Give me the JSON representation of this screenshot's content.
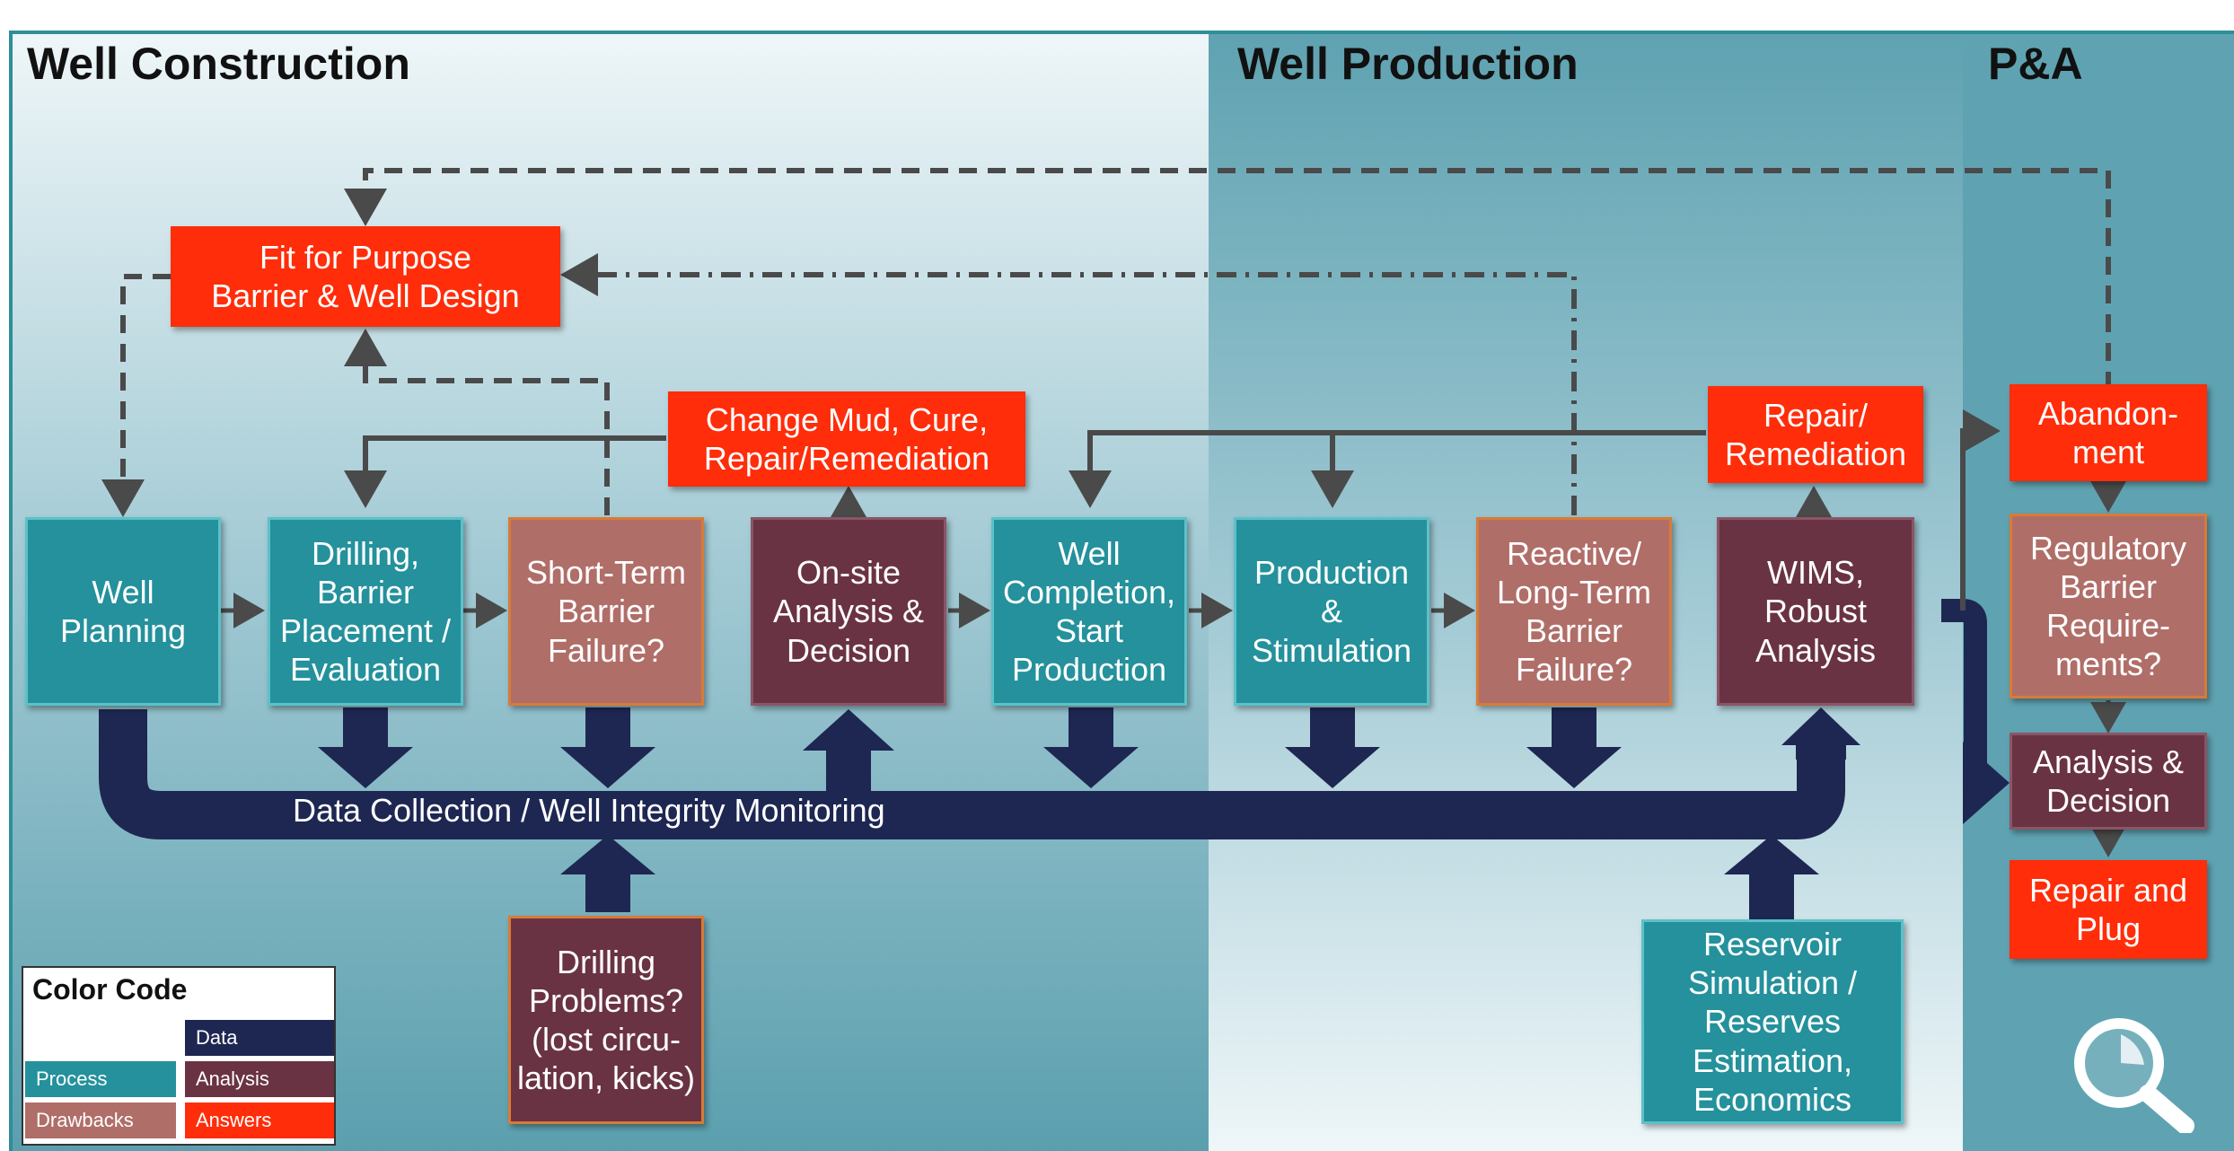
{
  "headers": {
    "well_construction": "Well Construction",
    "well_production": "Well Production",
    "pa": "P&A"
  },
  "boxes": {
    "fit_for_purpose": "Fit for Purpose\nBarrier & Well Design",
    "change_mud": "Change Mud, Cure,\nRepair/Remediation",
    "repair_remediation": "Repair/\nRemediation",
    "abandonment": "Abandon-\nment",
    "well_planning": "Well\nPlanning",
    "drilling": "Drilling,\nBarrier\nPlacement /\nEvaluation",
    "short_term": "Short-Term\nBarrier\nFailure?",
    "onsite": "On-site\nAnalysis &\nDecision",
    "well_completion": "Well\nCompletion,\nStart\nProduction",
    "production": "Production\n&\nStimulation",
    "reactive": "Reactive/\nLong-Term\nBarrier\nFailure?",
    "wims": "WIMS,\nRobust\nAnalysis",
    "regulatory": "Regulatory\nBarrier\nRequire-\nments?",
    "analysis_decision": "Analysis &\nDecision",
    "repair_plug": "Repair and\nPlug",
    "drilling_problems": "Drilling\nProblems?\n(lost circu-\nlation, kicks)",
    "reservoir": "Reservoir\nSimulation /\nReserves\nEstimation,\nEconomics"
  },
  "band_label": "Data Collection / Well Integrity Monitoring",
  "legend": {
    "title": "Color Code",
    "data": "Data",
    "process": "Process",
    "analysis": "Analysis",
    "drawbacks": "Drawbacks",
    "answers": "Answers"
  },
  "colors": {
    "process": "#24919c",
    "drawbacks": "#b06e69",
    "analysis": "#6a3344",
    "answers": "#ff2d0a",
    "data": "#1e2752"
  },
  "icons": {
    "magnifier": "magnifier-icon"
  }
}
